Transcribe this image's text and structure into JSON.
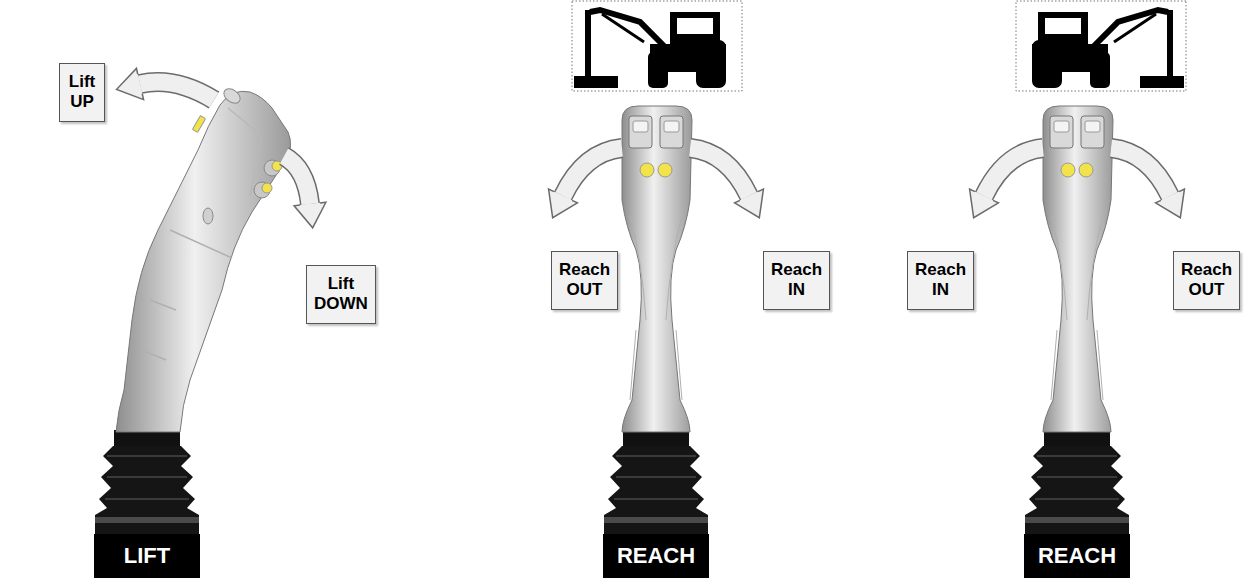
{
  "diagram": {
    "nodes": [
      {
        "text": [
          "Lift UP"
        ]
      },
      {
        "text": [
          "Lift DOWN"
        ]
      },
      {
        "text": [
          "LIFT"
        ]
      },
      {
        "text": [
          "Reach OUT"
        ]
      },
      {
        "text": [
          "Reach IN"
        ]
      },
      {
        "text": [
          "REACH"
        ]
      },
      {
        "text": [
          "Reach IN"
        ]
      },
      {
        "text": [
          "Reach OUT"
        ]
      },
      {
        "text": [
          "REACH"
        ]
      }
    ]
  }
}
